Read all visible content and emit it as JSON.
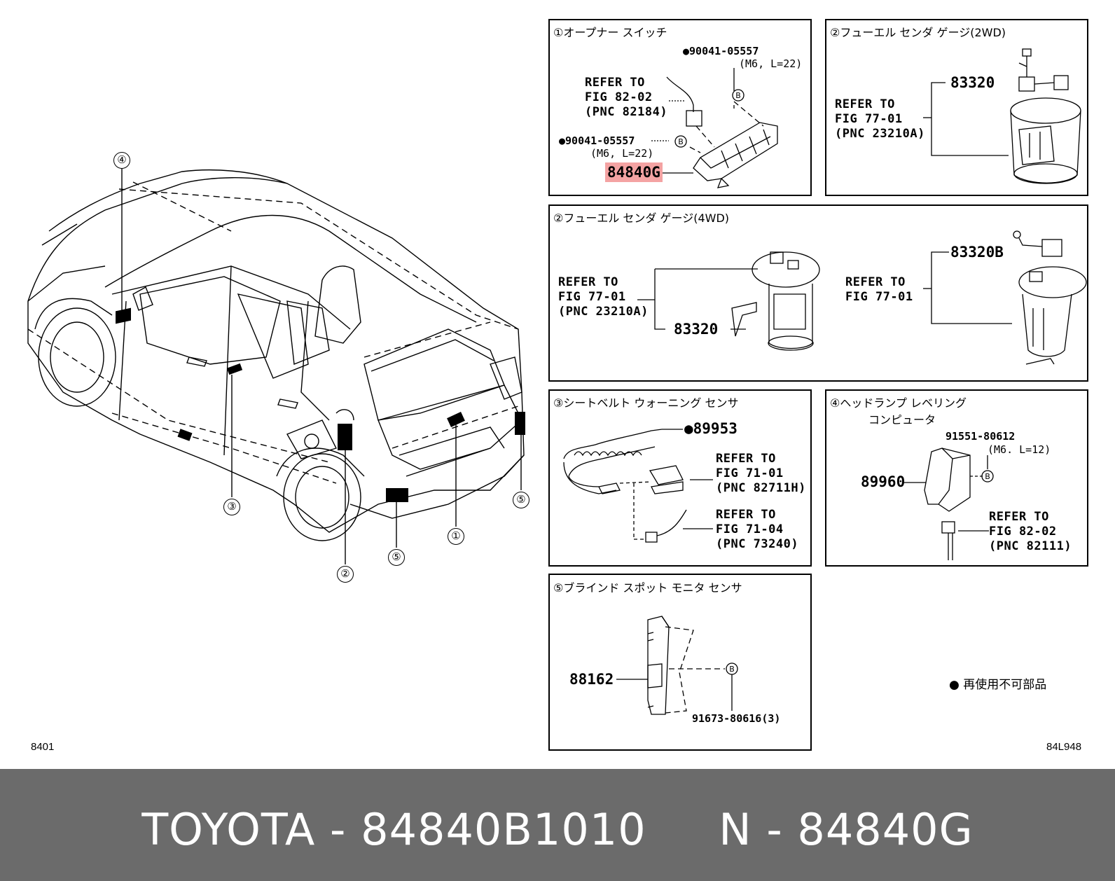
{
  "footer": {
    "text": "TOYOTA - 84840B1010     N - 84840G"
  },
  "corner": {
    "left": "8401",
    "right": "84L948"
  },
  "car_callouts": [
    "④",
    "③",
    "②",
    "⑤",
    "①",
    "⑤"
  ],
  "legend": {
    "mark": "●",
    "text": "再使用不可部品"
  },
  "panel1": {
    "title": "①オープナー スイッチ",
    "bolt1": "●90041-05557",
    "bolt1_spec": "(M6, L=22)",
    "refer": "REFER TO\nFIG 82-02\n(PNC 82184)",
    "bolt2": "●90041-05557",
    "bolt2_spec": "(M6, L=22)",
    "part": "84840G"
  },
  "panel2a": {
    "title": "②フューエル センダ ゲージ(2WD)",
    "part": "83320",
    "refer": "REFER TO\nFIG 77-01\n(PNC 23210A)"
  },
  "panel2b": {
    "title": "②フューエル センダ ゲージ(4WD)",
    "refer1": "REFER TO\nFIG 77-01\n(PNC 23210A)",
    "part1": "83320",
    "refer2": "REFER TO\nFIG 77-01",
    "part2": "83320B"
  },
  "panel3": {
    "title": "③シートベルト ウォーニング センサ",
    "part": "●89953",
    "refer1": "REFER TO\nFIG 71-01\n(PNC 82711H)",
    "refer2": "REFER TO\nFIG 71-04\n(PNC 73240)"
  },
  "panel4": {
    "title": "④ヘッドランプ レベリング",
    "title2": "コンピュータ",
    "bolt": "91551-80612",
    "bolt_spec": "(M6. L=12)",
    "part": "89960",
    "refer": "REFER TO\nFIG 82-02\n(PNC 82111)"
  },
  "panel5": {
    "title": "⑤ブラインド スポット モニタ センサ",
    "part": "88162",
    "bolt": "91673-80616(3)"
  }
}
